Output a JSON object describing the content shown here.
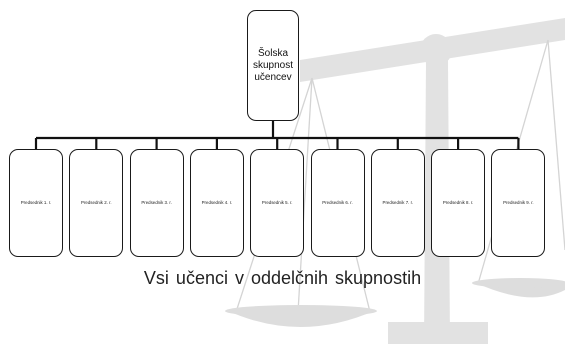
{
  "colors": {
    "box_border": "#1a1a1a",
    "connector": "#111111",
    "scale_art": "#e0e0e0",
    "text": "#222222"
  },
  "background_icon": "balance-scale-icon",
  "root": {
    "label": "Šolska skupnost učencev"
  },
  "children": [
    {
      "label": "Predsednik 1. r."
    },
    {
      "label": "Predsednik 2. r."
    },
    {
      "label": "Predsednik 3. r."
    },
    {
      "label": "Predsednik 4. r."
    },
    {
      "label": "Predsednik 5. r."
    },
    {
      "label": "Predsednik 6. r."
    },
    {
      "label": "Predsednik 7. r."
    },
    {
      "label": "Predsednik 8. r."
    },
    {
      "label": "Predsednik 9. r."
    }
  ],
  "caption": "Vsi učenci v oddelčnih skupnostih"
}
